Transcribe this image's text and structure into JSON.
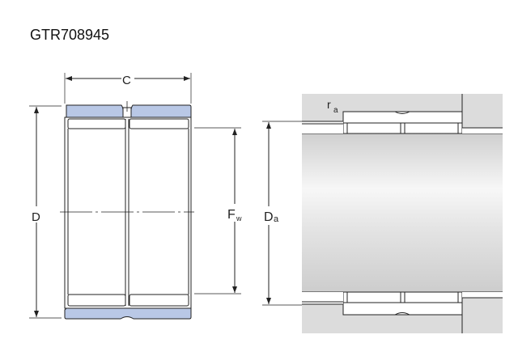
{
  "title": "GTR708945",
  "labels": {
    "C": "C",
    "D": "D",
    "Fw_main": "F",
    "Fw_sub": "w",
    "Da_main": "D",
    "Da_sub": "a",
    "ra_main": "r",
    "ra_sub": "a"
  },
  "colors": {
    "ring": "#b9c8e6",
    "housing": "#dcdcdc",
    "line": "#222222"
  }
}
